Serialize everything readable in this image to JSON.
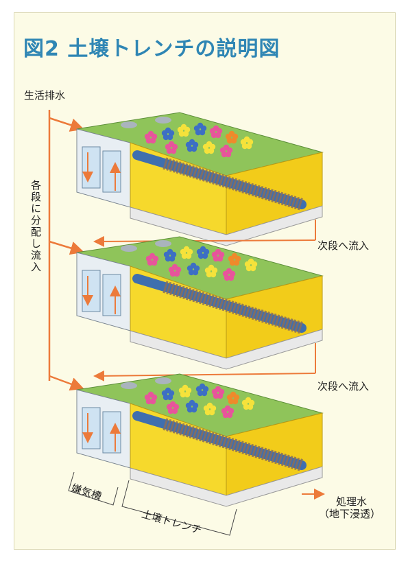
{
  "title": "図2 土壌トレンチの説明図",
  "labels": {
    "input": "生活排水",
    "distribute": "各段に分配し流入",
    "next_stage": "次段へ流入",
    "anaerobic_tank": "嫌気槽",
    "soil_trench": "土壌トレンチ",
    "treated_water_line1": "処理水",
    "treated_water_line2": "（地下浸透）"
  },
  "colors": {
    "title": "#2f86b4",
    "background": "#fcfbe6",
    "grass": "#8fc45a",
    "soil": "#f6d92c",
    "water": "#cfe3f2",
    "pipe": "#3f6fae",
    "gravel": "#8a6f5c",
    "arrow": "#ec7a3a"
  },
  "stages": 3
}
